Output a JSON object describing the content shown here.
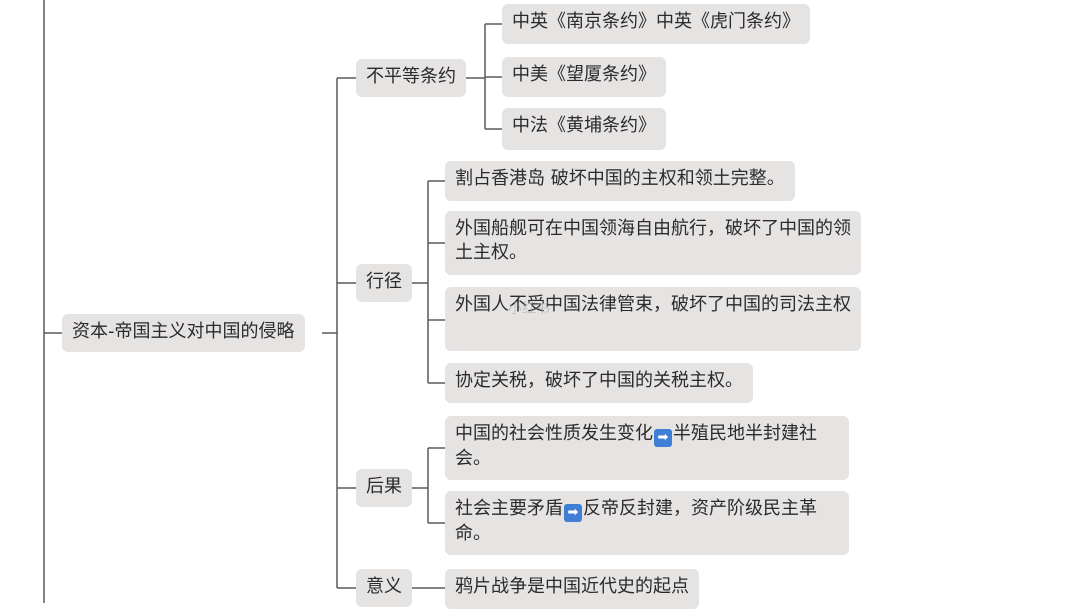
{
  "diagram": {
    "root": {
      "label": "资本-帝国主义对中国的侵略"
    },
    "branches": [
      {
        "label": "不平等条约",
        "children": [
          {
            "parts": [
              "中英《南京条约》中英《虎门条约》"
            ]
          },
          {
            "parts": [
              "中美《望厦条约》"
            ]
          },
          {
            "parts": [
              "中法《黄埔条约》"
            ]
          }
        ]
      },
      {
        "label": "行径",
        "children": [
          {
            "parts": [
              "割占香港岛 破坏中国的主权和领土完整。"
            ]
          },
          {
            "parts": [
              "外国船舰可在中国领海自由航行，破坏了中国的领土主权。"
            ]
          },
          {
            "parts": [
              "外国人不受中国法律管束，破坏了中国的司法主权"
            ]
          },
          {
            "parts": [
              "协定关税，破坏了中国的关税主权。"
            ]
          }
        ]
      },
      {
        "label": "后果",
        "children": [
          {
            "parts": [
              "中国的社会性质发生变化",
              "半殖民地半封建社会。"
            ]
          },
          {
            "parts": [
              "社会主要矛盾",
              "反帝反封建，资产阶级民主革命。"
            ]
          }
        ]
      },
      {
        "label": "意义",
        "children": [
          {
            "parts": [
              "鸦片战争是中国近代史的起点"
            ]
          }
        ]
      }
    ]
  },
  "arrow_icon": "right-arrow-icon",
  "watermark": "小红书",
  "colors": {
    "node_bg": "#e6e3e3",
    "line": "#5a5a5a",
    "arrow_bg": "#3f7fd6",
    "text": "#2b2b2b"
  }
}
